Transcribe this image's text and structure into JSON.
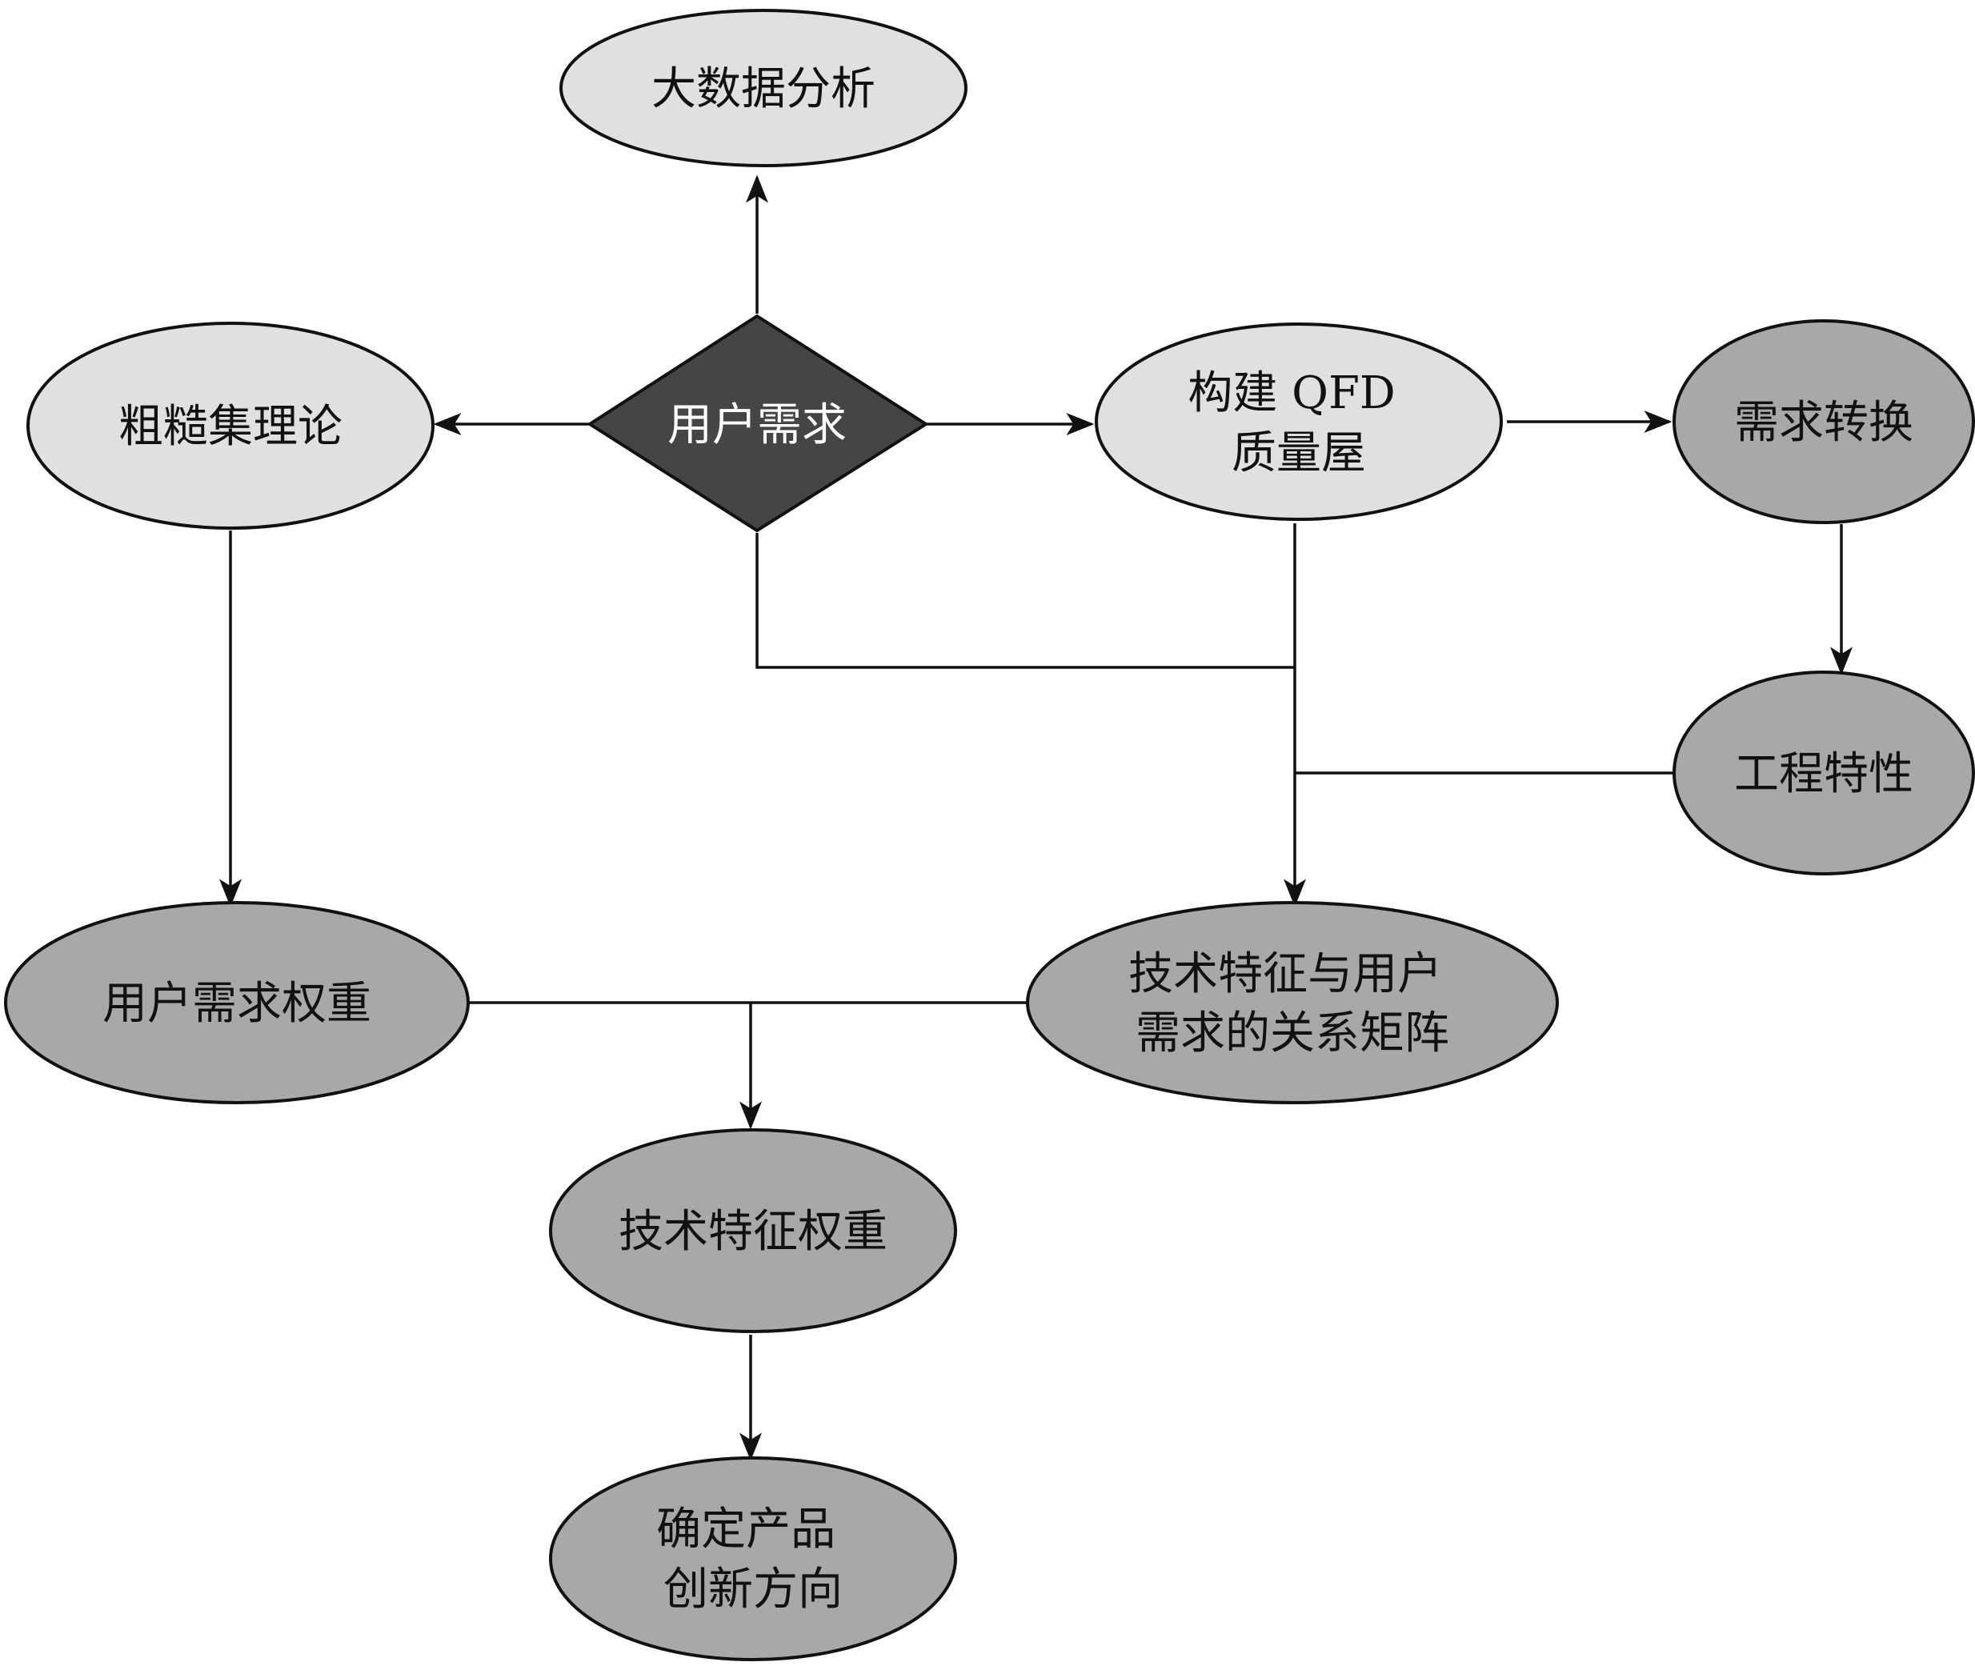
{
  "diagram": {
    "colors": {
      "light_fill": "#e0e0e0",
      "mid_fill": "#a8a8a8",
      "dark_fill": "#454545",
      "line": "#111111"
    },
    "nodes": {
      "big_data": {
        "lines": [
          "大数据分析"
        ]
      },
      "rough_set": {
        "lines": [
          "粗糙集理论"
        ]
      },
      "user_needs": {
        "lines": [
          "用户需求"
        ]
      },
      "qfd_house": {
        "lines": [
          "构建 QFD",
          "质量屋"
        ]
      },
      "needs_transform": {
        "lines": [
          "需求转换"
        ]
      },
      "engineering_traits": {
        "lines": [
          "工程特性"
        ]
      },
      "user_needs_weight": {
        "lines": [
          "用户需求权重"
        ]
      },
      "relation_matrix": {
        "lines": [
          "技术特征与用户",
          "需求的关系矩阵"
        ]
      },
      "tech_weight": {
        "lines": [
          "技术特征权重"
        ]
      },
      "innovation_direction": {
        "lines": [
          "确定产品",
          "创新方向"
        ]
      }
    }
  }
}
